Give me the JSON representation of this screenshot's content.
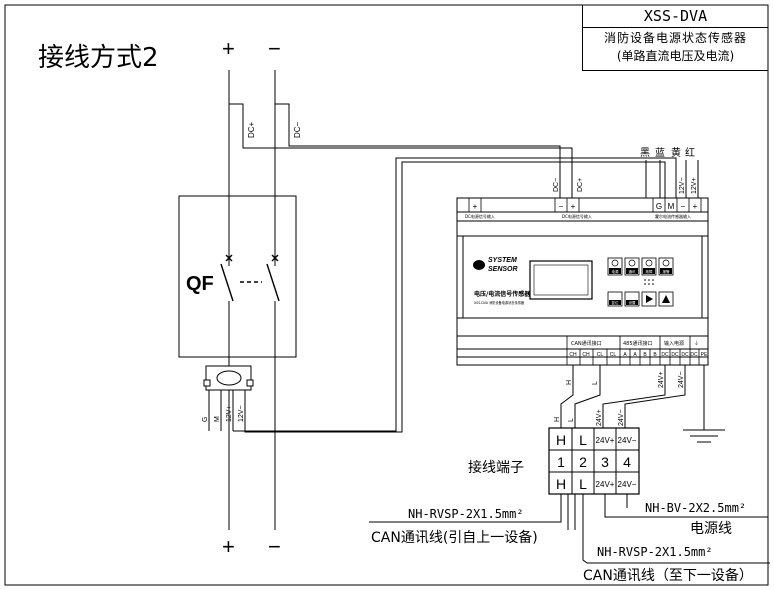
{
  "title_block": {
    "model": "XSS-DVA",
    "name": "消防设备电源状态传感器",
    "subtitle": "(单路直流电压及电流)"
  },
  "diagram_title": "接线方式2",
  "polarity": {
    "plus": "+",
    "minus": "−"
  },
  "bus_labels": {
    "dc_plus": "DC+",
    "dc_minus": "DC−"
  },
  "breaker_label": "QF",
  "wire_colors": {
    "black": "黑",
    "blue": "蓝",
    "yellow": "黄",
    "red": "红"
  },
  "sensor_cable": {
    "g": "G",
    "m": "M",
    "v12_plus": "12V+",
    "v12_minus": "12V−"
  },
  "device": {
    "top_terminals": [
      "+",
      "",
      "−",
      "+",
      "G",
      "M",
      "−",
      "+"
    ],
    "top_group_labels": [
      "DC电源信号输入",
      "DC电源信号输入",
      "霍尔电流传感器输入"
    ],
    "brand_line1": "SYSTEM",
    "brand_line2": "SENSOR",
    "product_name": "电压/电流信号传感器",
    "product_model": "XSS-DVA  消防设备电源状态传感器",
    "key_labels": [
      "电源",
      "通讯",
      "故障",
      "报警"
    ],
    "bottom_keys": [
      "复位",
      "设置"
    ],
    "bottom_group_labels": [
      "CAN通讯接口",
      "485通讯接口",
      "输入电源",
      "⏚"
    ],
    "bottom_terminals": [
      "CH",
      "CH",
      "CL",
      "CL",
      "A",
      "A",
      "B",
      "B",
      "DC",
      "DC",
      "DC",
      "DC",
      "PE"
    ]
  },
  "device_leads": {
    "dc_minus": "DC−",
    "dc_plus": "DC+",
    "h": "H",
    "l": "L",
    "v24_plus": "24V+",
    "v24_minus": "24V−",
    "v12_minus": "12V−",
    "v12_plus": "12V+"
  },
  "terminal_block": {
    "title": "接线端子",
    "row_top": [
      "H",
      "L",
      "24V+",
      "24V−"
    ],
    "row_mid": [
      "1",
      "2",
      "3",
      "4"
    ],
    "row_bot": [
      "H",
      "L",
      "24V+",
      "24V−"
    ],
    "leads_top": [
      "H",
      "L",
      "24V+",
      "24V−"
    ]
  },
  "cables": {
    "can_in_spec": "NH-RVSP-2X1.5mm²",
    "can_in_label": "CAN通讯线(引自上一设备)",
    "power_spec": "NH-BV-2X2.5mm²",
    "power_label": "电源线",
    "can_out_spec": "NH-RVSP-2X1.5mm²",
    "can_out_label": "CAN通讯线（至下一设备）"
  }
}
